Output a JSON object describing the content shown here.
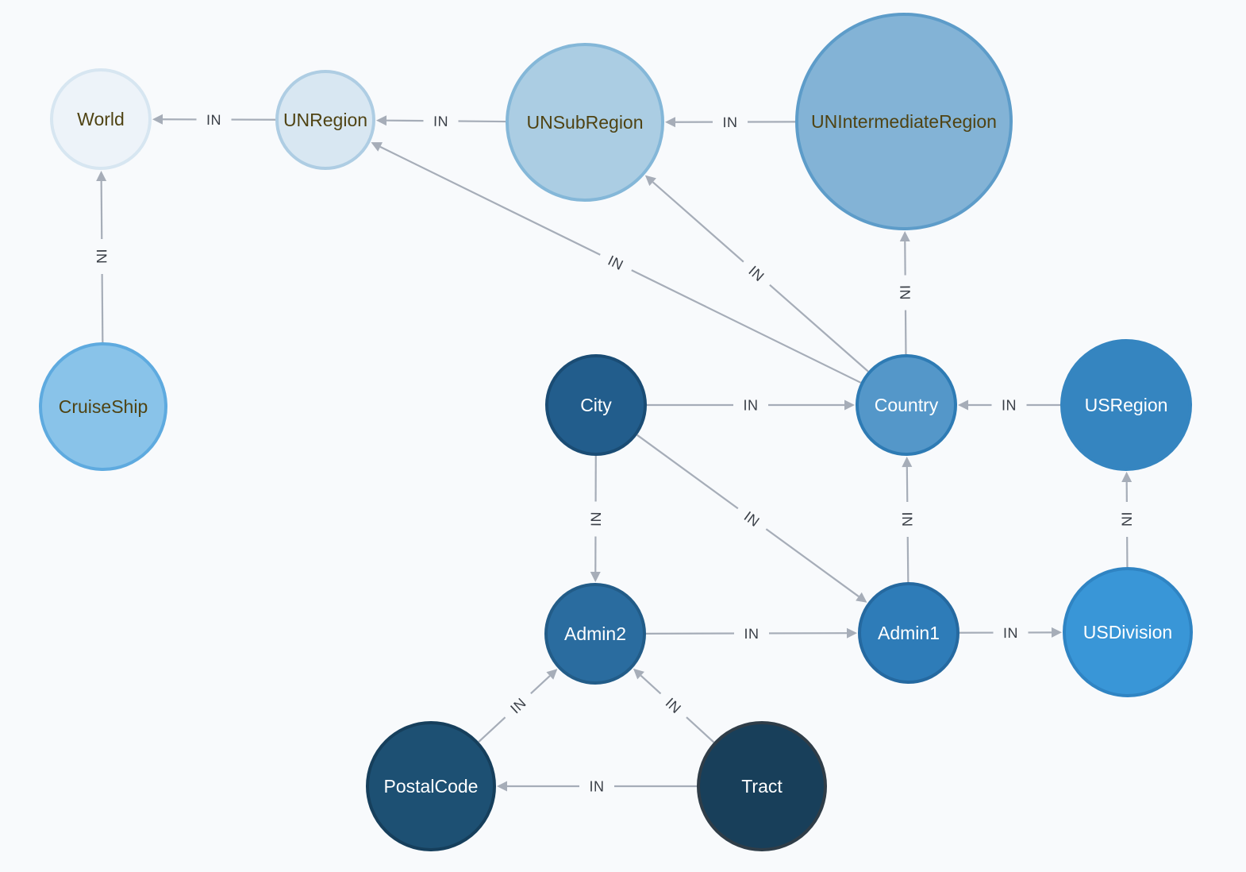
{
  "graph": {
    "nodes": [
      {
        "id": "World",
        "label": "World",
        "fill": "#edf3f9",
        "stroke": "#d7e6f1",
        "text": "#4f4313"
      },
      {
        "id": "UNRegion",
        "label": "UNRegion",
        "fill": "#d8e7f2",
        "stroke": "#aecde3",
        "text": "#4f4313"
      },
      {
        "id": "UNSubRegion",
        "label": "UNSubRegion",
        "fill": "#abcde3",
        "stroke": "#84b7d8",
        "text": "#4f4313"
      },
      {
        "id": "UNIntermediateRegion",
        "label": "UNIntermediateRegion",
        "fill": "#83b3d6",
        "stroke": "#5d9cc9",
        "text": "#4f4313"
      },
      {
        "id": "CruiseShip",
        "label": "CruiseShip",
        "fill": "#89c3e9",
        "stroke": "#5eaadf",
        "text": "#4f4313"
      },
      {
        "id": "City",
        "label": "City",
        "fill": "#225d8c",
        "stroke": "#1a4c74",
        "text": "#ffffff"
      },
      {
        "id": "Country",
        "label": "Country",
        "fill": "#5497c9",
        "stroke": "#2e7bb4",
        "text": "#ffffff"
      },
      {
        "id": "USRegion",
        "label": "USRegion",
        "fill": "#3585c0",
        "stroke": "#3585c0",
        "text": "#ffffff"
      },
      {
        "id": "Admin2",
        "label": "Admin2",
        "fill": "#2a6c9f",
        "stroke": "#225c88",
        "text": "#ffffff"
      },
      {
        "id": "Admin1",
        "label": "Admin1",
        "fill": "#2e7cb8",
        "stroke": "#2569a0",
        "text": "#ffffff"
      },
      {
        "id": "USDivision",
        "label": "USDivision",
        "fill": "#3996d7",
        "stroke": "#2f84c3",
        "text": "#ffffff"
      },
      {
        "id": "PostalCode",
        "label": "PostalCode",
        "fill": "#1d5073",
        "stroke": "#163f5c",
        "text": "#ffffff"
      },
      {
        "id": "Tract",
        "label": "Tract",
        "fill": "#183f5a",
        "stroke": "#2f3d48",
        "text": "#ffffff"
      }
    ],
    "edges": [
      {
        "from": "UNRegion",
        "to": "World",
        "label": "IN"
      },
      {
        "from": "UNSubRegion",
        "to": "UNRegion",
        "label": "IN"
      },
      {
        "from": "UNIntermediateRegion",
        "to": "UNSubRegion",
        "label": "IN"
      },
      {
        "from": "CruiseShip",
        "to": "World",
        "label": "IN"
      },
      {
        "from": "Country",
        "to": "UNRegion",
        "label": "IN"
      },
      {
        "from": "Country",
        "to": "UNSubRegion",
        "label": "IN"
      },
      {
        "from": "Country",
        "to": "UNIntermediateRegion",
        "label": "IN"
      },
      {
        "from": "City",
        "to": "Country",
        "label": "IN"
      },
      {
        "from": "USRegion",
        "to": "Country",
        "label": "IN"
      },
      {
        "from": "City",
        "to": "Admin2",
        "label": "IN"
      },
      {
        "from": "City",
        "to": "Admin1",
        "label": "IN"
      },
      {
        "from": "Admin1",
        "to": "Country",
        "label": "IN"
      },
      {
        "from": "USDivision",
        "to": "USRegion",
        "label": "IN"
      },
      {
        "from": "Admin2",
        "to": "Admin1",
        "label": "IN"
      },
      {
        "from": "Admin1",
        "to": "USDivision",
        "label": "IN"
      },
      {
        "from": "PostalCode",
        "to": "Admin2",
        "label": "IN"
      },
      {
        "from": "Tract",
        "to": "Admin2",
        "label": "IN"
      },
      {
        "from": "Tract",
        "to": "PostalCode",
        "label": "IN"
      }
    ]
  }
}
